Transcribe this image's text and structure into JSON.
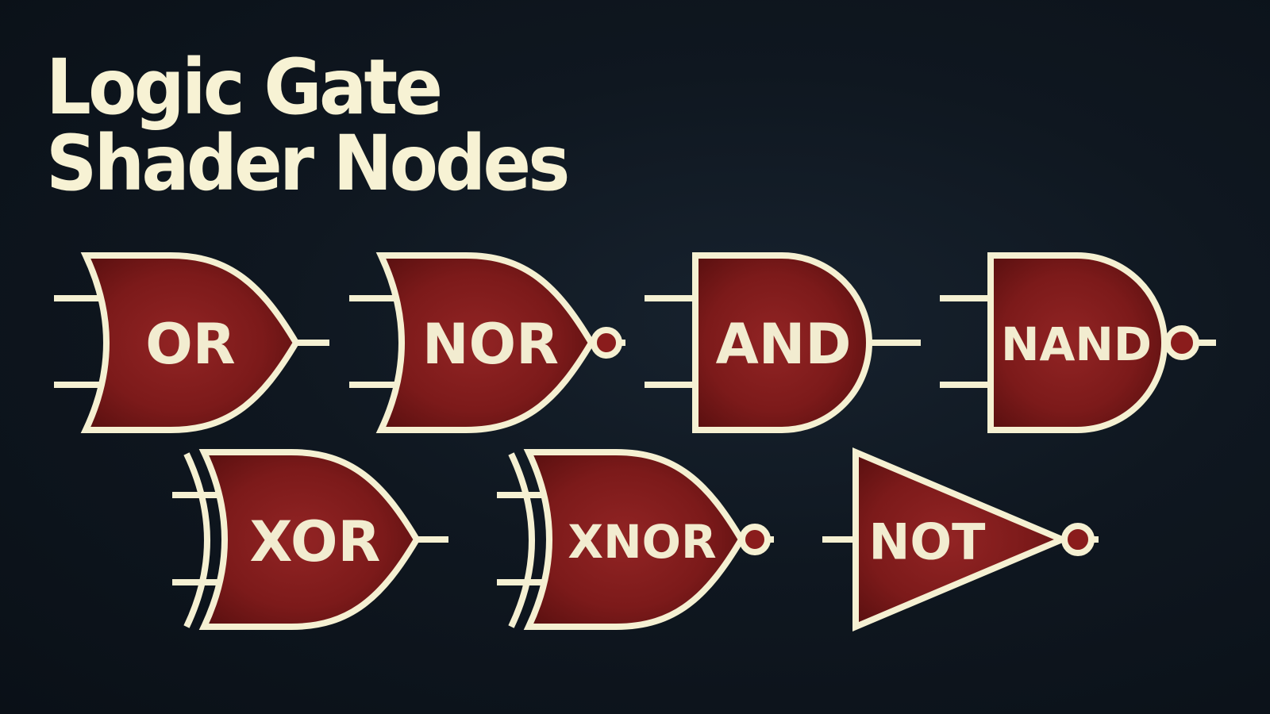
{
  "title": {
    "line1": "Logic Gate",
    "line2": "Shader Nodes"
  },
  "colors": {
    "background": "#0e1620",
    "stroke": "#f5f0d2",
    "fill_center": "#8e2020",
    "fill_edge": "#5e1212",
    "text": "#f2ecd0"
  },
  "gates": [
    {
      "type": "or",
      "label": "OR"
    },
    {
      "type": "nor",
      "label": "NOR"
    },
    {
      "type": "and",
      "label": "AND"
    },
    {
      "type": "nand",
      "label": "NAND"
    },
    {
      "type": "xor",
      "label": "XOR"
    },
    {
      "type": "xnor",
      "label": "XNOR"
    },
    {
      "type": "not",
      "label": "NOT"
    }
  ]
}
